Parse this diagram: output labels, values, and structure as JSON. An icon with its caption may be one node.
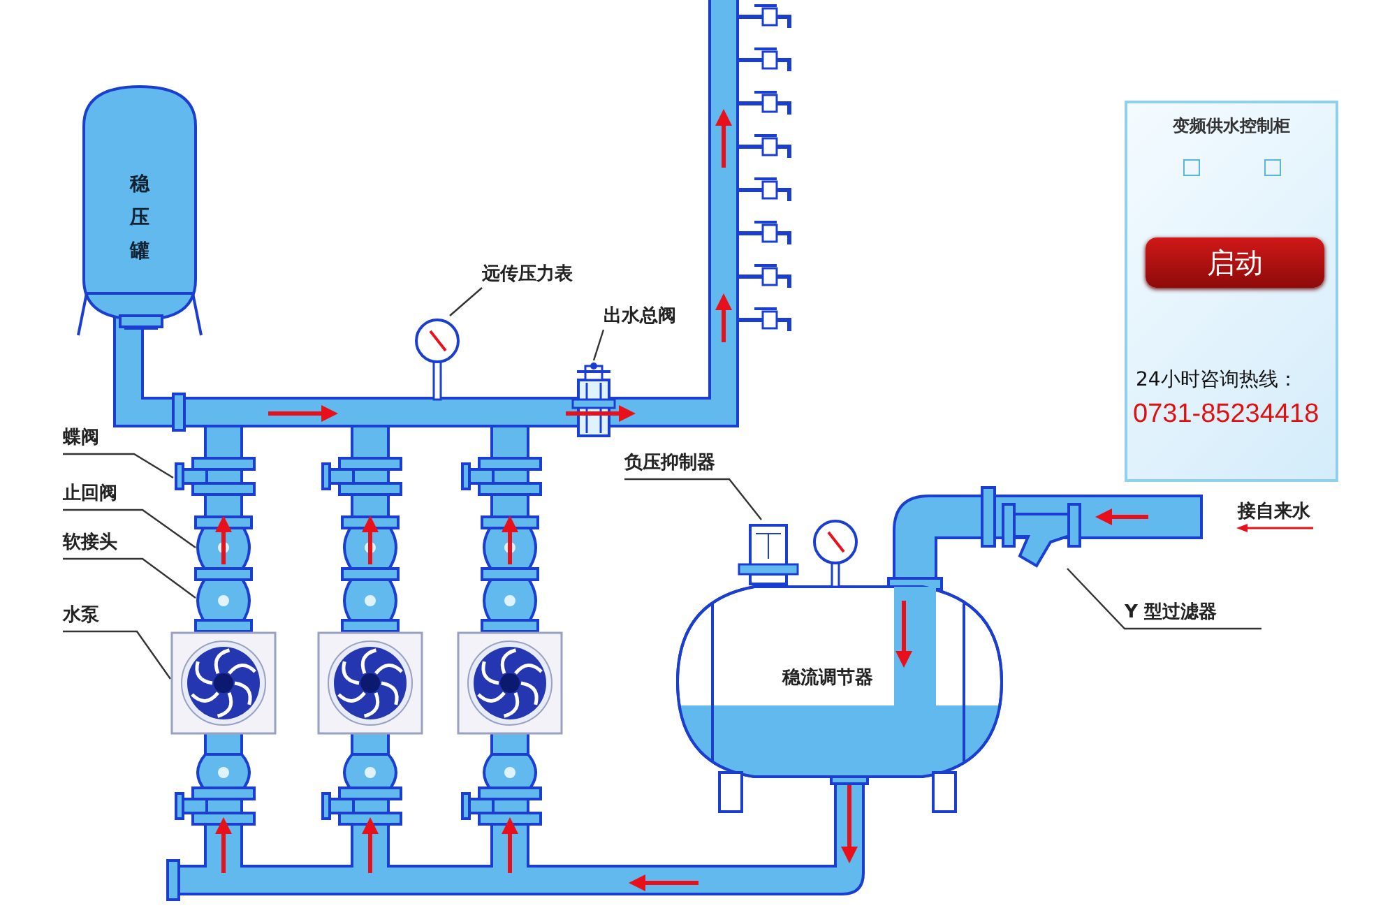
{
  "diagram": {
    "nodes": [
      {
        "text": [
          "稳压罐"
        ]
      },
      {
        "text": [
          "蝶阀"
        ]
      },
      {
        "text": [],
        "shape": "picture"
      },
      {
        "text": [
          "止回阀"
        ]
      },
      {
        "text": [],
        "shape": "picture"
      },
      {
        "text": [
          "软接头"
        ]
      },
      {
        "text": [],
        "shape": "picture"
      },
      {
        "text": [
          "水泵"
        ]
      },
      {
        "text": [],
        "shape": "picture"
      },
      {
        "text": [
          "远传压力表"
        ]
      },
      {
        "text": [],
        "shape": "picture"
      },
      {
        "text": [
          "出水总阀"
        ]
      },
      {
        "text": [],
        "shape": "picture"
      },
      {
        "text": [
          "负压抑制器"
        ]
      },
      {
        "text": [],
        "shape": "picture"
      },
      {
        "text": [
          "稳流调节器"
        ]
      },
      {
        "text": [
          "Y 型过滤器"
        ]
      },
      {
        "text": [],
        "shape": "picture"
      },
      {
        "text": [
          "变频供水控制柜"
        ]
      },
      {
        "text": [
          "启动"
        ],
        "in": 18
      },
      {
        "text": [],
        "shape": "picture"
      },
      {
        "text": [],
        "shape": "picture"
      },
      {
        "text": [],
        "shape": "picture"
      },
      {
        "text": [],
        "shape": "picture"
      },
      {
        "text": [],
        "shape": "picture"
      },
      {
        "text": [],
        "shape": "picture"
      },
      {
        "text": [],
        "shape": "picture"
      }
    ],
    "edges": [
      {
        "from": 1,
        "to": 2,
        "arrow": "none"
      },
      {
        "from": 3,
        "to": 4,
        "arrow": "none"
      },
      {
        "from": 5,
        "to": 6,
        "arrow": "none"
      },
      {
        "from": 7,
        "to": 8,
        "arrow": "none"
      },
      {
        "from": 9,
        "to": 10,
        "arrow": "none"
      },
      {
        "from": 11,
        "to": 12,
        "arrow": "none"
      },
      {
        "from": 13,
        "to": 14,
        "arrow": "none"
      },
      {
        "from": 16,
        "to": 17,
        "arrow": "none"
      }
    ],
    "labels": [
      "接自来水",
      "24小时咨询热线：",
      "0731-85234418"
    ]
  }
}
